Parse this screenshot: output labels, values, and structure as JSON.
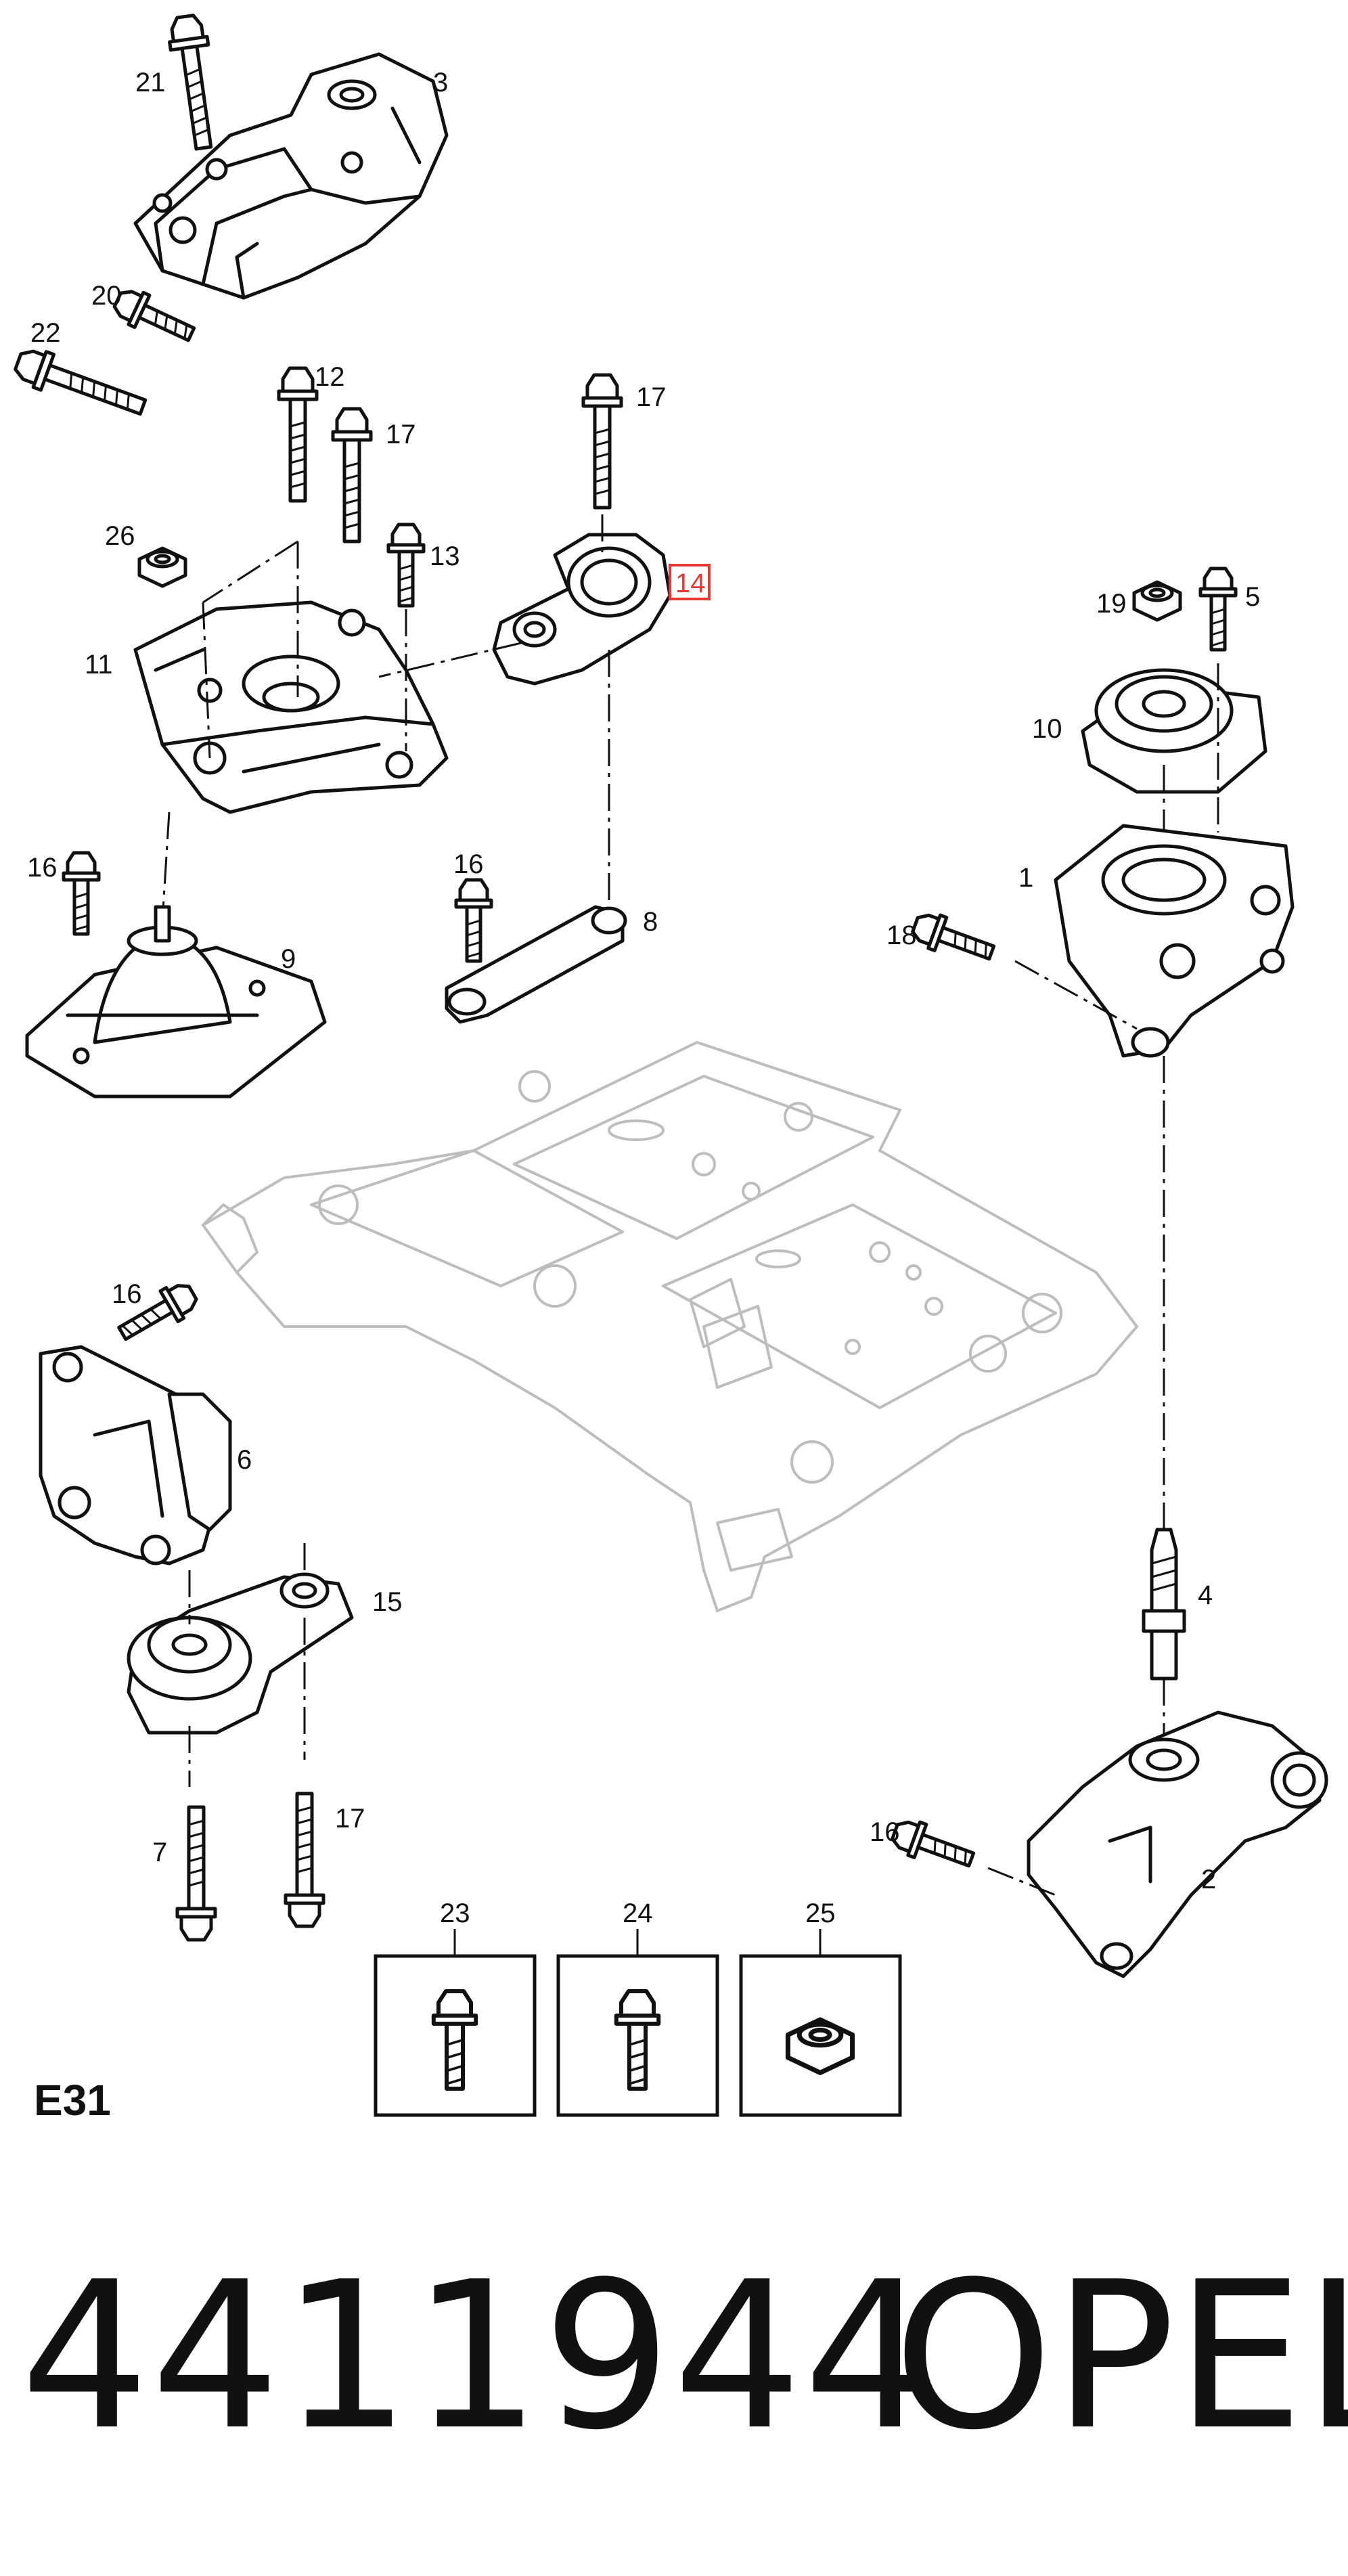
{
  "diagram": {
    "sheet_code": "E31",
    "part_number": "4411944",
    "brand": "OPEL",
    "highlighted_callout": "14",
    "callouts": {
      "c1": "1",
      "c2": "2",
      "c3": "3",
      "c4": "4",
      "c5": "5",
      "c6": "6",
      "c7": "7",
      "c8": "8",
      "c9": "9",
      "c10": "10",
      "c11": "11",
      "c12": "12",
      "c13": "13",
      "c14": "14",
      "c15": "15",
      "c16a": "16",
      "c16b": "16",
      "c16c": "16",
      "c16d": "16",
      "c17a": "17",
      "c17b": "17",
      "c17c": "17",
      "c18": "18",
      "c19": "19",
      "c20": "20",
      "c21": "21",
      "c22": "22",
      "c23": "23",
      "c24": "24",
      "c25": "25",
      "c26": "26"
    },
    "colors": {
      "ink": "#111111",
      "subframe": "#bdbdbd",
      "highlight": "#e53935"
    },
    "icons": [
      "bolt-icon",
      "nut-icon",
      "engine-mount-icon",
      "subframe-icon"
    ]
  }
}
